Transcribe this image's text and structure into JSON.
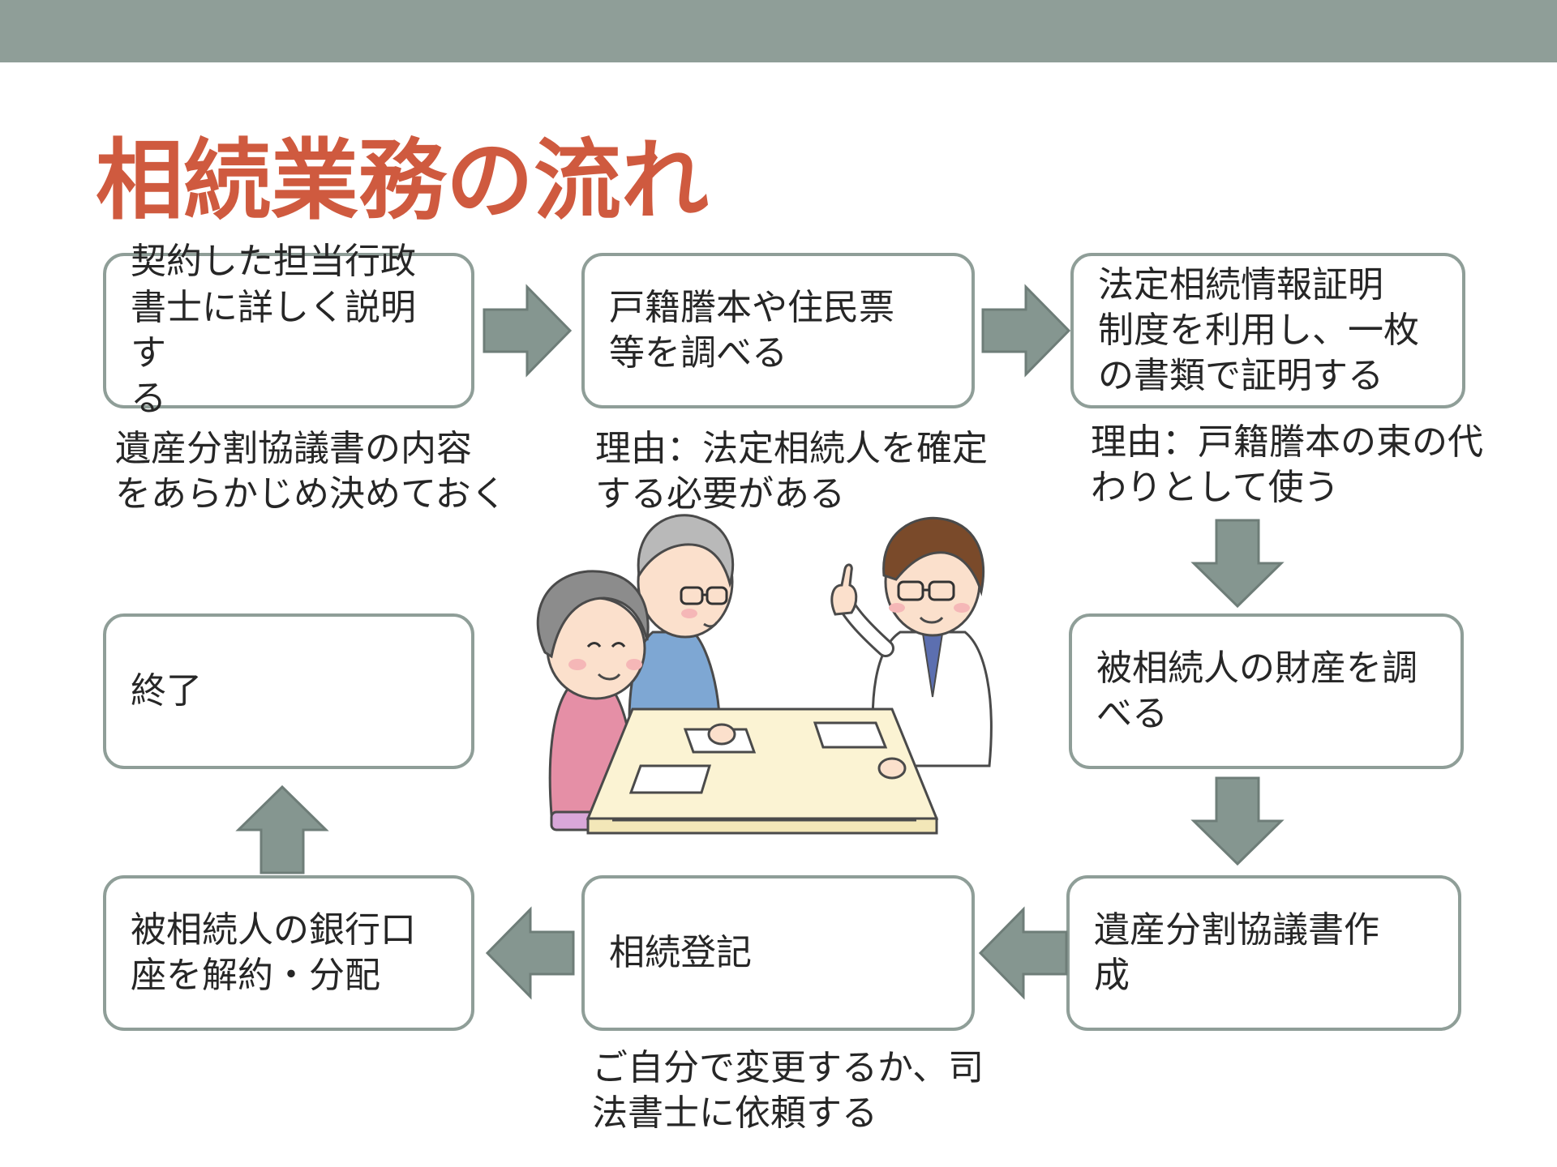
{
  "title": "相続業務の流れ",
  "colors": {
    "topbar": "#8f9e98",
    "title": "#cf5a3f",
    "box_border": "#8f9e98",
    "arrow": "#859690"
  },
  "steps": [
    {
      "label": "契約した担当行政\n書士に詳しく説明す\nる"
    },
    {
      "label": "戸籍謄本や住民票\n等を調べる"
    },
    {
      "label": "法定相続情報証明\n制度を利用し、一枚\nの書類で証明する"
    },
    {
      "label": "被相続人の財産を調\nべる"
    },
    {
      "label": "遺産分割協議書作\n成"
    },
    {
      "label": "相続登記"
    },
    {
      "label": "被相続人の銀行口\n座を解約・分配"
    },
    {
      "label": "終了"
    }
  ],
  "notes": [
    {
      "text": "遺産分割協議書の内容\nをあらかじめ決めておく"
    },
    {
      "text": "理由：法定相続人を確定\nする必要がある"
    },
    {
      "text": "理由：戸籍謄本の束の代\nわりとして使う"
    },
    {
      "text": "ご自分で変更するか、司\n法書士に依頼する"
    }
  ],
  "illustration": {
    "icon": "consultation-illustration"
  }
}
